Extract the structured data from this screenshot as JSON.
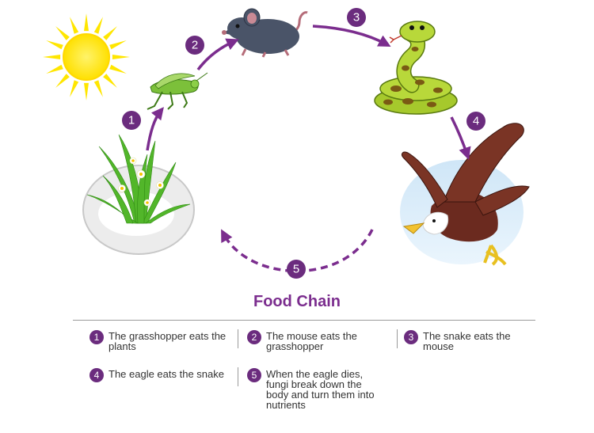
{
  "title": "Food Chain",
  "steps": [
    {
      "num": "1",
      "text": "The grasshopper eats the plants"
    },
    {
      "num": "2",
      "text": "The mouse eats the grasshopper"
    },
    {
      "num": "3",
      "text": "The snake eats the mouse"
    },
    {
      "num": "4",
      "text": "The eagle eats the snake"
    },
    {
      "num": "5",
      "text": "When the eagle dies, fungi break down the body and turn them into nutrients"
    }
  ],
  "colors": {
    "accent": "#7b2d8e",
    "badge": "#6b2c7e",
    "sun": "#ffe600",
    "grass": "#4caf2a",
    "text": "#333333"
  },
  "icons": [
    "sun-icon",
    "grass-icon",
    "grasshopper-icon",
    "mouse-icon",
    "snake-icon",
    "eagle-icon"
  ]
}
